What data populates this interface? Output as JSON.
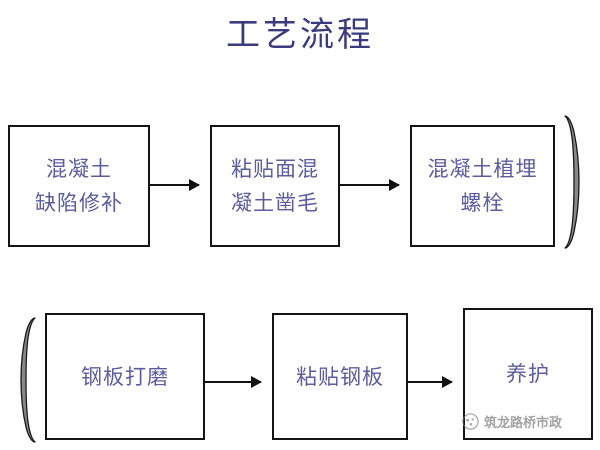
{
  "title": "工艺流程",
  "diagram": {
    "nodes": [
      {
        "id": "n1",
        "label": "混凝土\n缺陷修补"
      },
      {
        "id": "n2",
        "label": "粘贴面混\n凝土凿毛"
      },
      {
        "id": "n3",
        "label": "混凝土植埋\n螺栓"
      },
      {
        "id": "n4",
        "label": "钢板打磨"
      },
      {
        "id": "n5",
        "label": "粘贴钢板"
      },
      {
        "id": "n6",
        "label": "养护"
      }
    ],
    "connector_icons": {
      "arrow": "arrow-right-icon",
      "wrap_right": "curly-brace-right-icon",
      "wrap_left": "curly-brace-left-icon"
    }
  },
  "watermark": {
    "text": "筑龙路桥市政",
    "logo_icon": "circular-logo-icon"
  },
  "colors": {
    "title_text": "#3b3b7d",
    "node_text": "#5c5c9e",
    "node_border": "#141414",
    "arrow": "#111111",
    "background": "#ffffff",
    "watermark_text": "#6b6b6b"
  }
}
